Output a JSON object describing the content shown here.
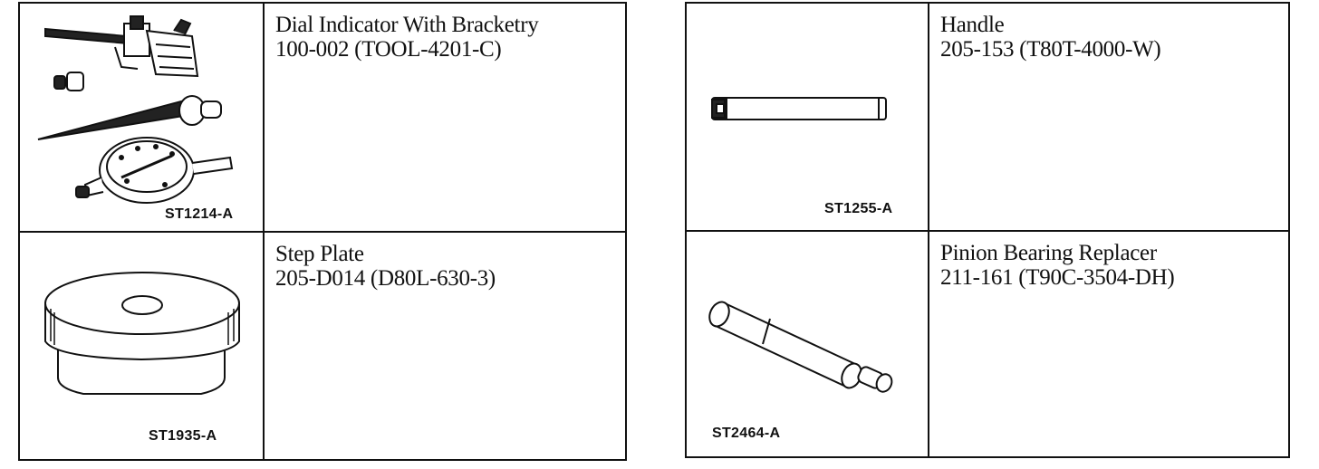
{
  "tools_left": [
    {
      "image_code": "ST1214-A",
      "name": "Dial Indicator With Bracketry",
      "number": "100-002 (TOOL-4201-C)",
      "illustration": "dial-indicator-with-bracketry"
    },
    {
      "image_code": "ST1935-A",
      "name": "Step Plate",
      "number": "205-D014 (D80L-630-3)",
      "illustration": "step-plate"
    }
  ],
  "tools_right": [
    {
      "image_code": "ST1255-A",
      "name": "Handle",
      "number": "205-153 (T80T-4000-W)",
      "illustration": "handle"
    },
    {
      "image_code": "ST2464-A",
      "name": "Pinion Bearing Replacer",
      "number": "211-161 (T90C-3504-DH)",
      "illustration": "pinion-bearing-replacer"
    }
  ]
}
